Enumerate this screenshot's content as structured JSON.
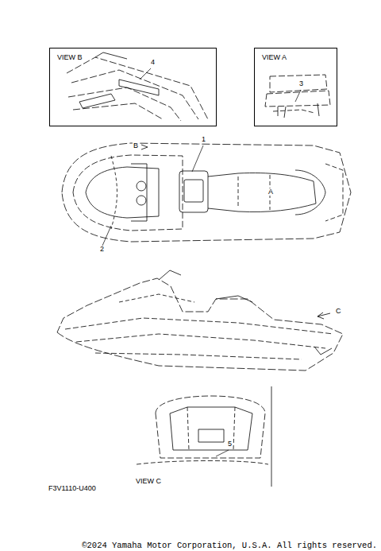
{
  "diagram": {
    "nodes": [
      {
        "text": [
          "VIEW B"
        ]
      },
      {
        "text": [
          "VIEW A"
        ]
      }
    ],
    "labels": [
      "4",
      "3",
      "B",
      "1",
      "A",
      "2",
      "C",
      "5",
      "VIEW C",
      "F3V1110-U400",
      "©2024 Yamaha Motor Corporation, U.S.A. All rights reserved."
    ]
  }
}
